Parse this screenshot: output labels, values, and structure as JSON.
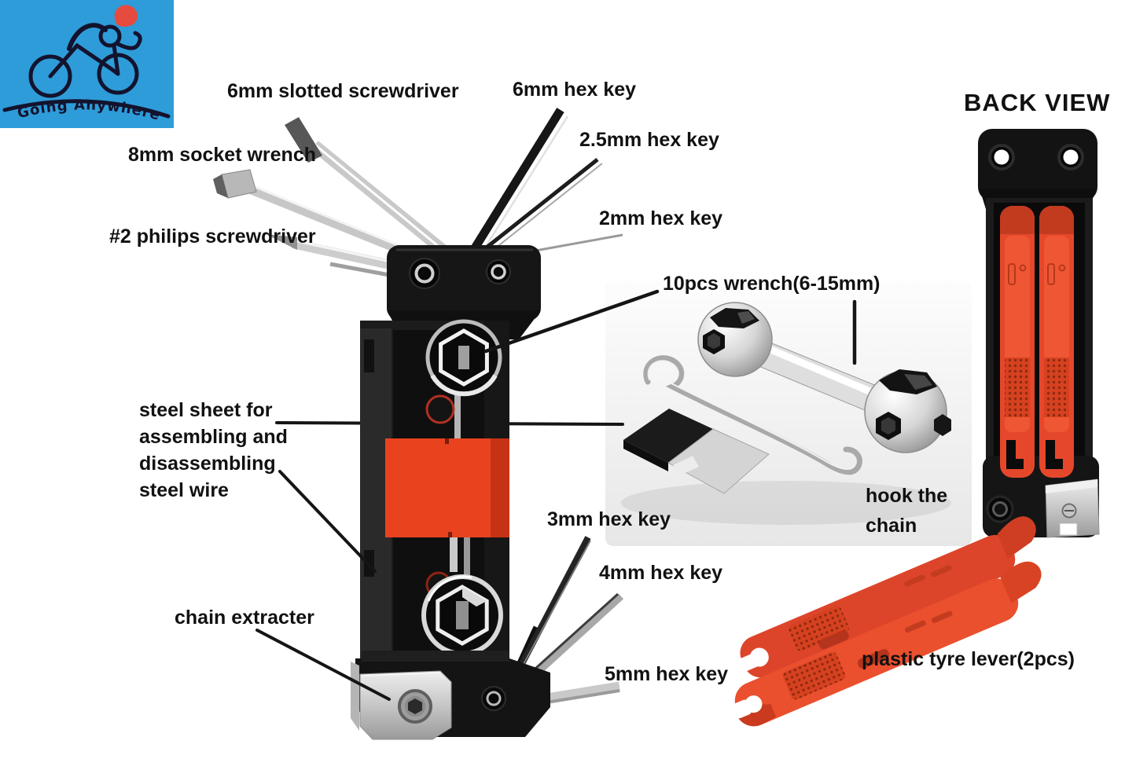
{
  "logo": {
    "text": "Going Anywhere"
  },
  "labels": {
    "slotted_screwdriver": "6mm slotted screwdriver",
    "hex_key_6mm": "6mm hex key",
    "socket_wrench_8mm": "8mm socket wrench",
    "hex_key_2_5mm": "2.5mm hex key",
    "philips_screwdriver": "#2 philips screwdriver",
    "hex_key_2mm": "2mm hex key",
    "wrench_10pcs": "10pcs wrench(6-15mm)",
    "steel_sheet": "steel sheet for\nassembling and\ndisassembling\nsteel wire",
    "hook_chain": "hook the\nchain",
    "hex_key_3mm": "3mm hex key",
    "hex_key_4mm": "4mm hex key",
    "chain_extracter": "chain extracter",
    "hex_key_5mm": "5mm hex key",
    "back_view_title": "BACK VIEW",
    "tyre_lever": "plastic tyre lever(2pcs)"
  },
  "colors": {
    "accent_red": "#e8421f",
    "lever_red": "#e94e2c",
    "logo_blue": "#2e9cd9",
    "label_text": "#111111"
  }
}
